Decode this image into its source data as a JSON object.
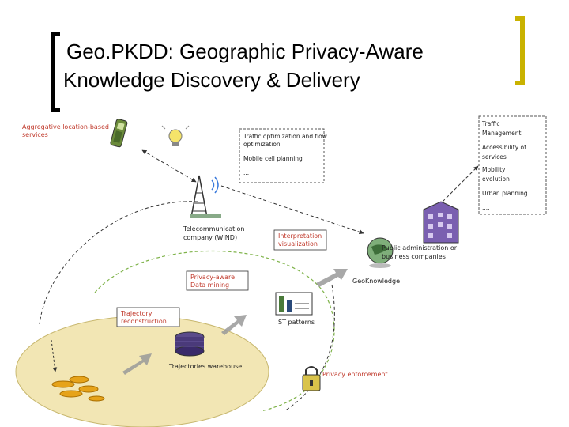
{
  "title": {
    "line1_strong": "Geo.PKDD:",
    "line1_rest": " Geographic Privacy-Aware",
    "line2": "Knowledge Discovery & Delivery"
  },
  "labels": {
    "aggregative": [
      "Aggregative location-based",
      "services"
    ],
    "optimization": [
      "Traffic optimization and flow",
      "optimization",
      "Mobile cell planning",
      "..."
    ],
    "applications": [
      "Traffic",
      "Management",
      "Accessibility of",
      "services",
      "Mobility",
      "evolution",
      "Urban planning",
      "...."
    ],
    "telecom": [
      "Telecommunication",
      "company (WIND)"
    ],
    "interpretation": [
      "Interpretation",
      "visualization"
    ],
    "public_admin": [
      "Public administration or",
      "business companies"
    ],
    "geoknowledge": "GeoKnowledge",
    "privacy_mining": [
      "Privacy-aware",
      "Data mining"
    ],
    "st_patterns": "ST patterns",
    "trajectory_reconstruction": [
      "Trajectory",
      "reconstruction"
    ],
    "trajectories_warehouse": "Trajectories warehouse",
    "privacy_enforcement": "Privacy enforcement"
  },
  "colors": {
    "accent_bracket": "#c9b200",
    "oval_fill": "#f2e6b4",
    "label_red": "#c0392b",
    "dashed_green": "#7fb34a",
    "arrow_gray": "#999999"
  }
}
